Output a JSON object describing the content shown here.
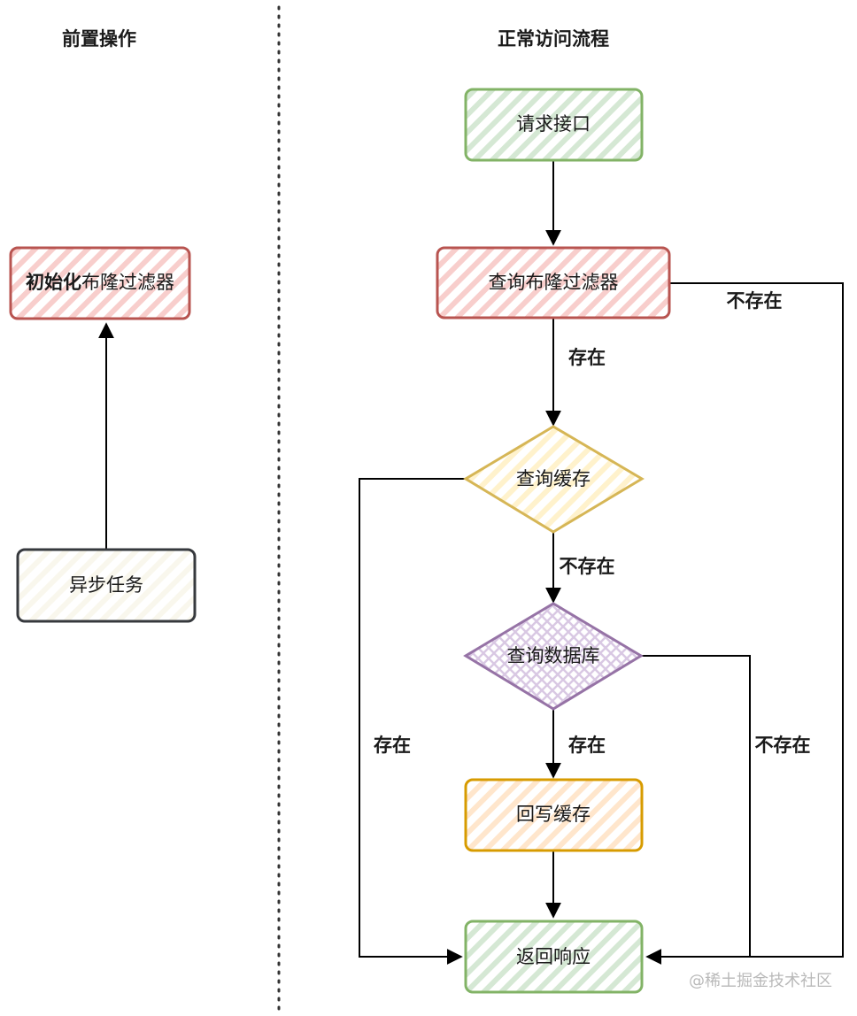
{
  "colors": {
    "green_stroke": "#82b366",
    "green_fill": "#d5e8d4",
    "red_stroke": "#b85450",
    "red_fill": "#f8cecc",
    "yellow_stroke": "#d6b656",
    "yellow_fill": "#fff2cc",
    "purple_stroke": "#9673a6",
    "purple_fill": "#e1d5e7",
    "orange_stroke": "#d79b00",
    "orange_fill": "#ffe6cc",
    "gray_stroke": "#36393d",
    "gray_fill": "#f9f7ed"
  },
  "sections": {
    "left_title": "前置操作",
    "right_title": "正常访问流程"
  },
  "nodes": {
    "init_prefix": "初始化",
    "init_suffix": "布隆过滤器",
    "async_task": "异步任务",
    "request": "请求接口",
    "query_bloom": "查询布隆过滤器",
    "query_cache": "查询缓存",
    "query_db": "查询数据库",
    "write_back": "回写缓存",
    "response": "返回响应"
  },
  "edges": {
    "bloom_exists": "存在",
    "bloom_not_exists": "不存在",
    "cache_not_exists": "不存在",
    "cache_exists": "存在",
    "db_exists": "存在",
    "db_not_exists": "不存在"
  },
  "watermark": "@稀土掘金技术社区"
}
